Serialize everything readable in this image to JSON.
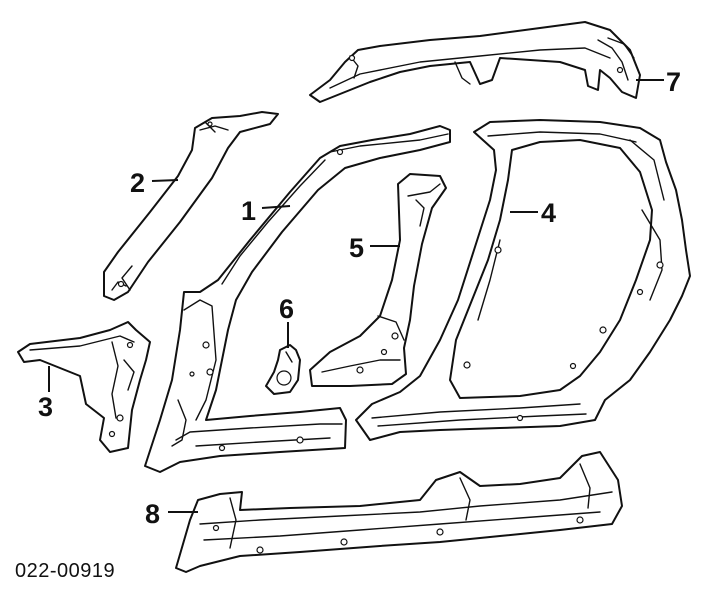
{
  "callouts": {
    "c1": "1",
    "c2": "2",
    "c3": "3",
    "c4": "4",
    "c5": "5",
    "c6": "6",
    "c7": "7",
    "c8": "8"
  },
  "drawing_number": "022-00919"
}
